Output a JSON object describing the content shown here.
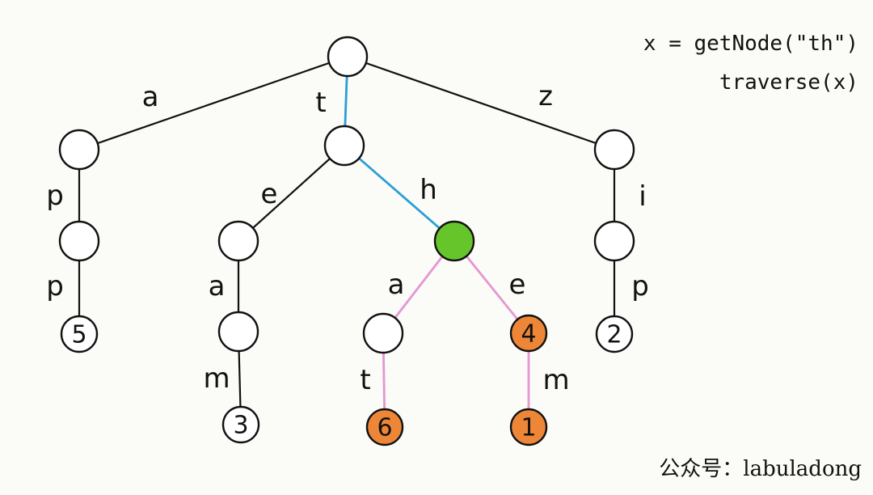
{
  "code": {
    "line1": "x = getNode(\"th\")",
    "line2": "traverse(x)"
  },
  "watermark": "公众号：labuladong",
  "colors": {
    "background": "#fbfbf7",
    "default_edge": "#111111",
    "path_edge": "#2a9fd6",
    "subtree_edge": "#e596d3",
    "target_node": "#66c52a",
    "value_node": "#ee8638",
    "plain_node": "#ffffff",
    "outline": "#111111"
  },
  "trie": {
    "nodes": [
      {
        "id": "root",
        "value": ""
      },
      {
        "id": "a",
        "value": ""
      },
      {
        "id": "t",
        "value": ""
      },
      {
        "id": "z",
        "value": ""
      },
      {
        "id": "ap",
        "value": ""
      },
      {
        "id": "app",
        "value": "5"
      },
      {
        "id": "te",
        "value": ""
      },
      {
        "id": "tea",
        "value": ""
      },
      {
        "id": "team",
        "value": "3"
      },
      {
        "id": "th",
        "value": ""
      },
      {
        "id": "tha",
        "value": ""
      },
      {
        "id": "that",
        "value": "6"
      },
      {
        "id": "the",
        "value": "4"
      },
      {
        "id": "them",
        "value": "1"
      },
      {
        "id": "zi",
        "value": ""
      },
      {
        "id": "zip",
        "value": "2"
      }
    ],
    "edges": [
      {
        "from": "root",
        "to": "a",
        "label": "a",
        "style": "default"
      },
      {
        "from": "root",
        "to": "t",
        "label": "t",
        "style": "path"
      },
      {
        "from": "root",
        "to": "z",
        "label": "z",
        "style": "default"
      },
      {
        "from": "a",
        "to": "ap",
        "label": "p",
        "style": "default"
      },
      {
        "from": "ap",
        "to": "app",
        "label": "p",
        "style": "default"
      },
      {
        "from": "t",
        "to": "te",
        "label": "e",
        "style": "default"
      },
      {
        "from": "te",
        "to": "tea",
        "label": "a",
        "style": "default"
      },
      {
        "from": "tea",
        "to": "team",
        "label": "m",
        "style": "default"
      },
      {
        "from": "t",
        "to": "th",
        "label": "h",
        "style": "path"
      },
      {
        "from": "th",
        "to": "tha",
        "label": "a",
        "style": "subtree"
      },
      {
        "from": "tha",
        "to": "that",
        "label": "t",
        "style": "subtree"
      },
      {
        "from": "th",
        "to": "the",
        "label": "e",
        "style": "subtree"
      },
      {
        "from": "the",
        "to": "them",
        "label": "m",
        "style": "subtree"
      },
      {
        "from": "z",
        "to": "zi",
        "label": "i",
        "style": "default"
      },
      {
        "from": "zi",
        "to": "zip",
        "label": "p",
        "style": "default"
      }
    ],
    "highlight": {
      "target": "th",
      "value_nodes": [
        "that",
        "the",
        "them"
      ]
    }
  }
}
